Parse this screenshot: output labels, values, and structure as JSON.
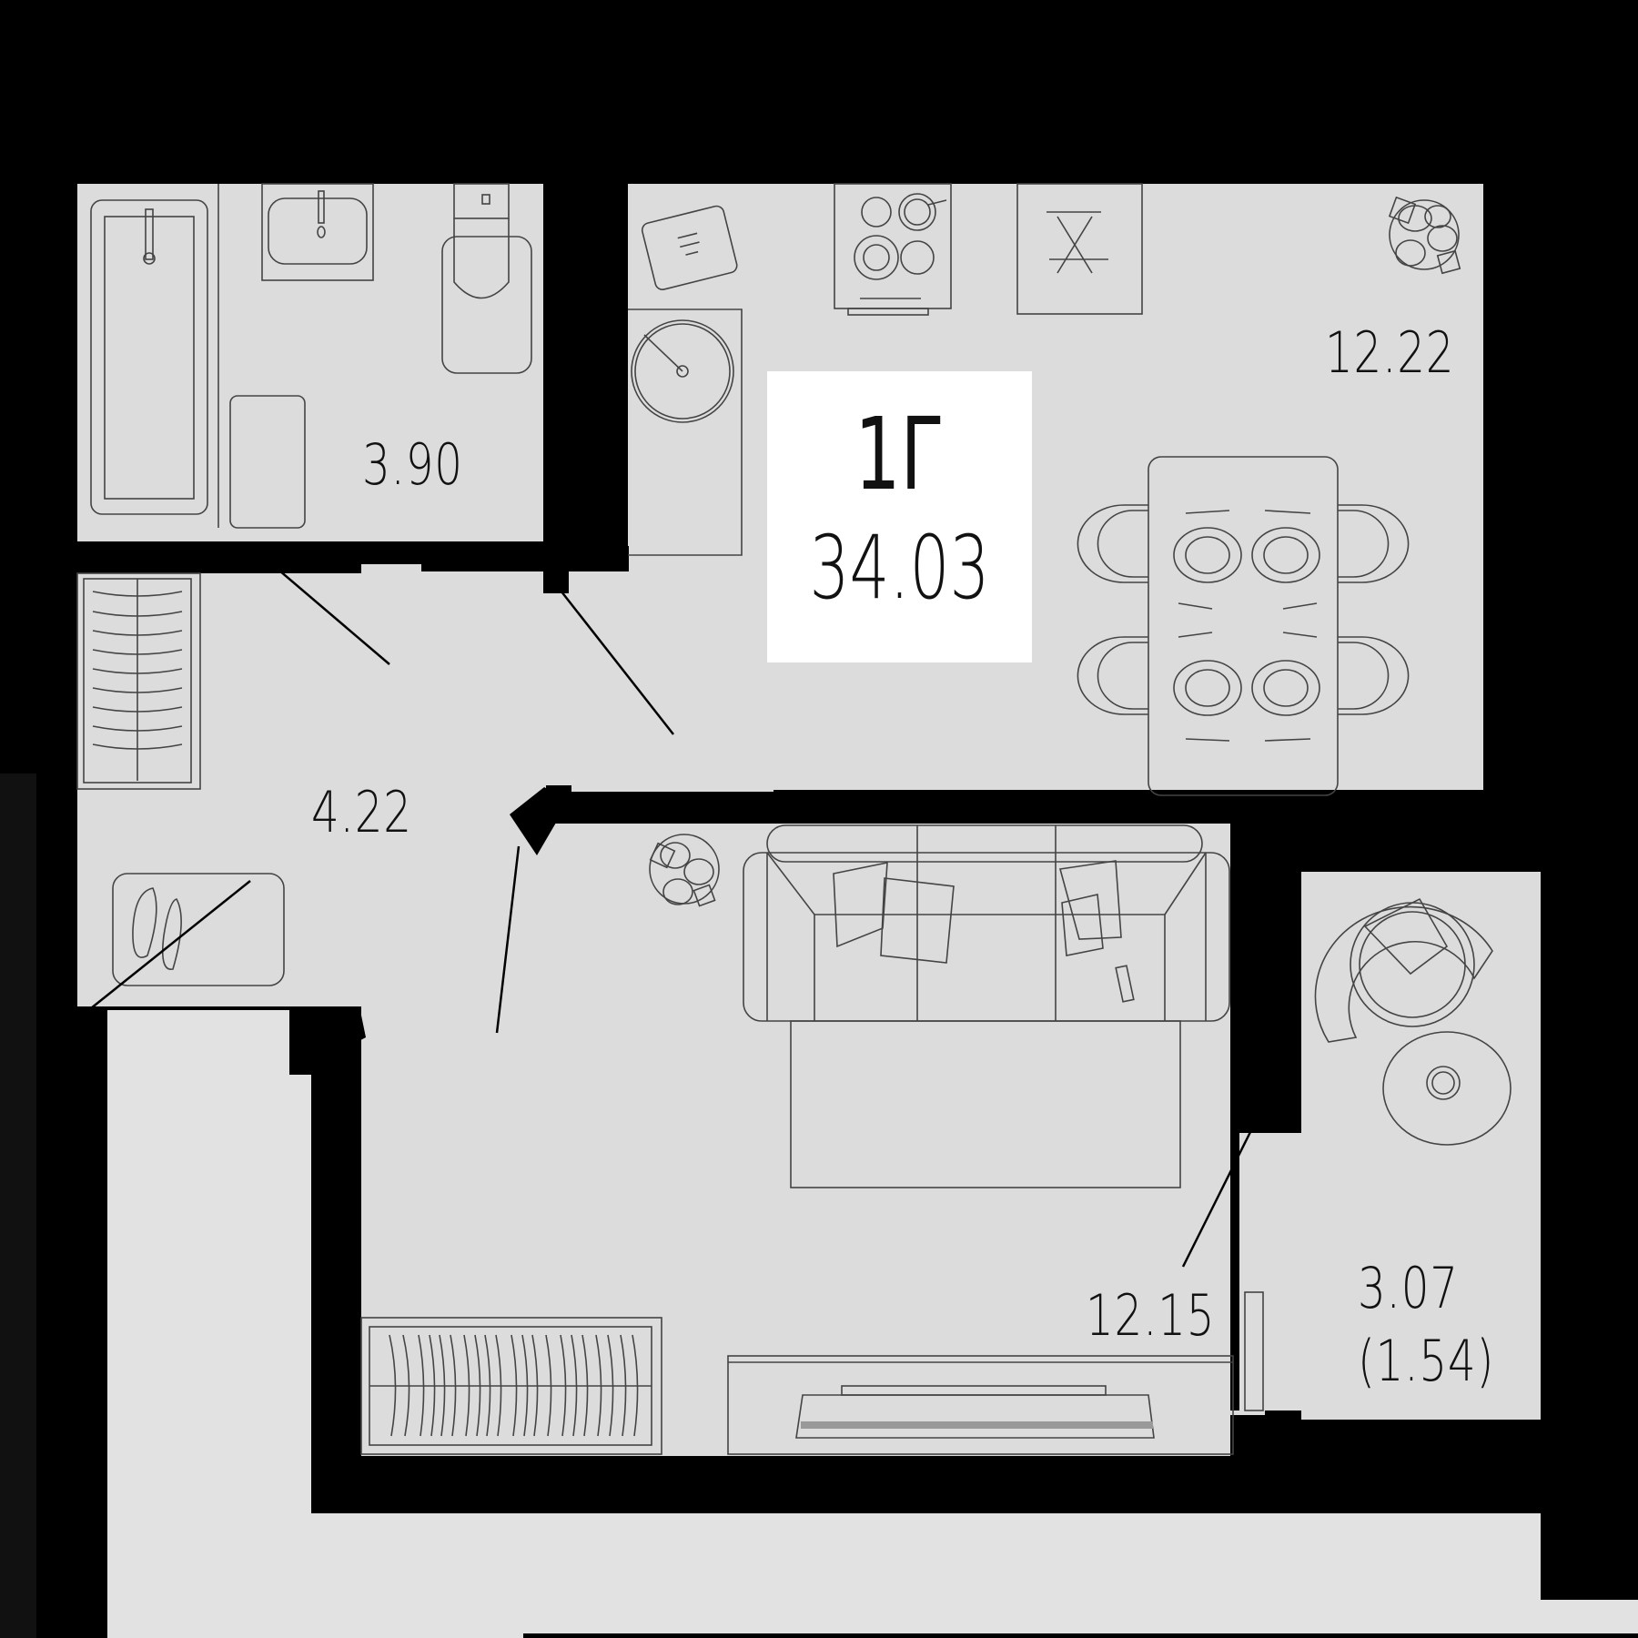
{
  "plan": {
    "apartment_code": "1Г",
    "total_area": "34.03",
    "colors": {
      "background": "#000000",
      "floor": "#dcdcdc",
      "outside": "#e2e2e2",
      "title_box": "#ffffff",
      "walls": "#000000",
      "lines": "#333333"
    },
    "rooms": [
      {
        "id": "bathroom",
        "name": "bathroom",
        "area": "3.90"
      },
      {
        "id": "kitchen",
        "name": "kitchen-dining",
        "area": "12.22"
      },
      {
        "id": "hallway",
        "name": "hallway",
        "area": "4.22"
      },
      {
        "id": "living",
        "name": "living-room",
        "area": "12.15"
      },
      {
        "id": "balcony",
        "name": "balcony",
        "area": "3.07",
        "area_reduced": "(1.54)"
      }
    ]
  }
}
